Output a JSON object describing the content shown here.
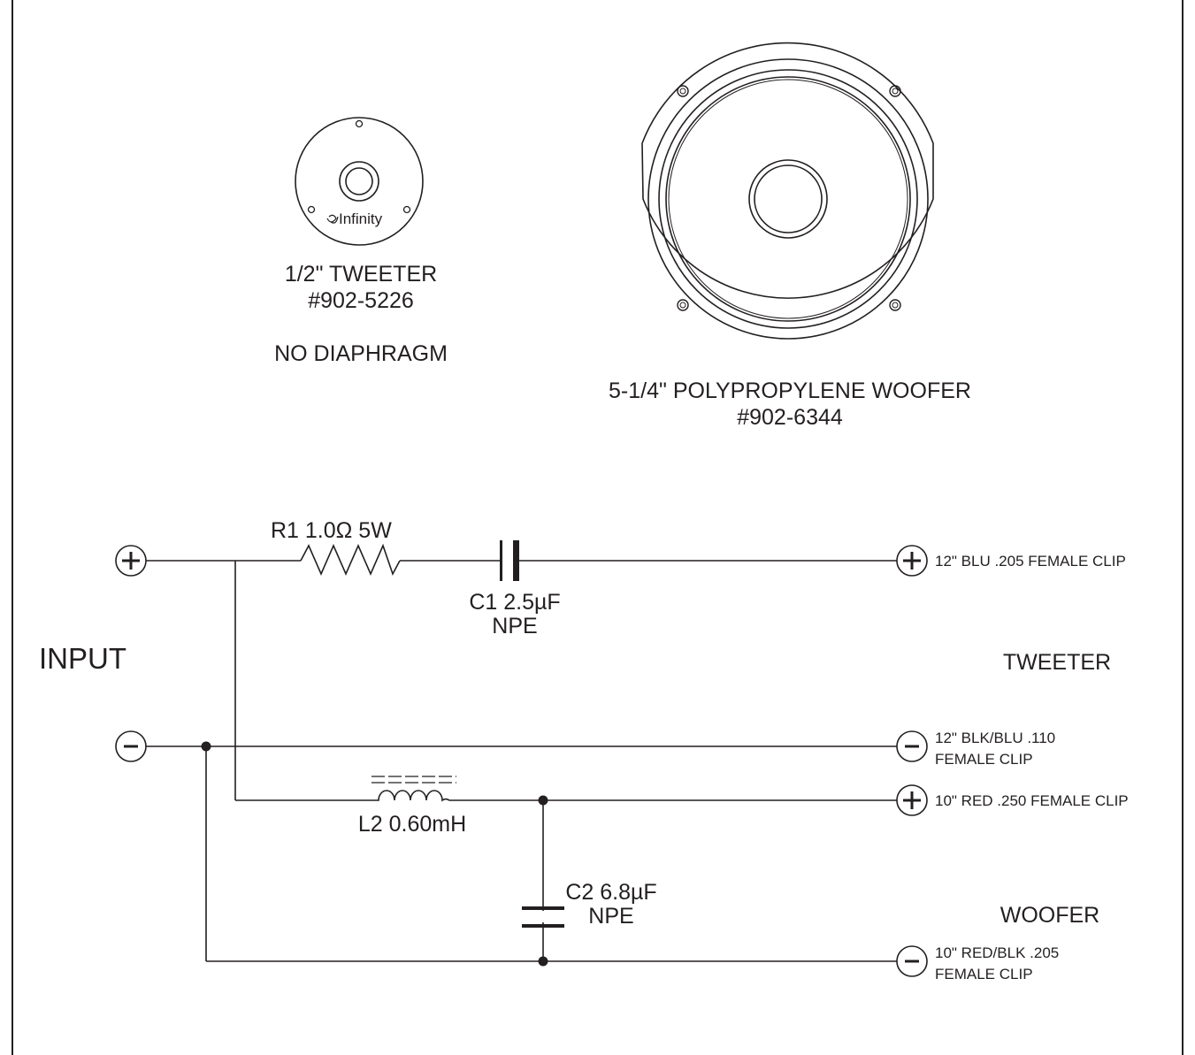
{
  "tweeter": {
    "title": "1/2\" TWEETER",
    "part_number": "#902-5226",
    "note": "NO DIAPHRAGM",
    "logo_text": "Infinity"
  },
  "woofer": {
    "title": "5-1/4\" POLYPROPYLENE WOOFER",
    "part_number": "#902-6344"
  },
  "input": {
    "label": "INPUT",
    "plus_symbol": "+",
    "minus_symbol": "−"
  },
  "components": {
    "r1": "R1 1.0Ω 5W",
    "c1": {
      "value": "C1 2.5µF",
      "type": "NPE"
    },
    "l2": "L2 0.60mH",
    "c2": {
      "value": "C2 6.8µF",
      "type": "NPE"
    }
  },
  "outputs": {
    "tweeter_section": "TWEETER",
    "woofer_section": "WOOFER",
    "tweeter_plus": "12\" BLU .205 FEMALE CLIP",
    "tweeter_minus_line1": "12\" BLK/BLU .110",
    "tweeter_minus_line2": "FEMALE CLIP",
    "woofer_plus": "10\" RED .250 FEMALE CLIP",
    "woofer_minus_line1": "10\" RED/BLK .205",
    "woofer_minus_line2": "FEMALE CLIP"
  },
  "colors": {
    "ink": "#231f20",
    "background": "#ffffff"
  }
}
